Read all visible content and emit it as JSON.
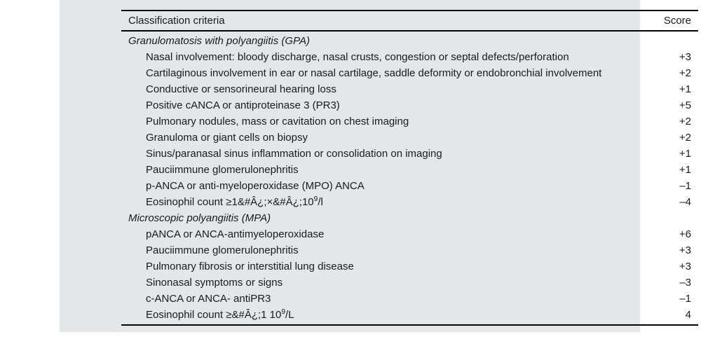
{
  "table": {
    "columns": {
      "criteria_header": "Classification criteria",
      "score_header": "Score"
    },
    "rows": [
      {
        "kind": "section",
        "label": "Granulomatosis with polyangiitis (GPA)",
        "score": ""
      },
      {
        "kind": "item",
        "label": "Nasal involvement: bloody discharge, nasal crusts, congestion or septal defects/perforation",
        "score": "+3"
      },
      {
        "kind": "item",
        "label": "Cartilaginous involvement in ear or nasal cartilage, saddle deformity or endobronchial involvement",
        "score": "+2"
      },
      {
        "kind": "item",
        "label": "Conductive or sensorineural hearing loss",
        "score": "+1"
      },
      {
        "kind": "item",
        "label": "Positive cANCA or antiproteinase 3 (PR3)",
        "score": "+5"
      },
      {
        "kind": "item",
        "label": "Pulmonary nodules, mass or cavitation on chest imaging",
        "score": "+2"
      },
      {
        "kind": "item",
        "label": "Granuloma or giant cells on biopsy",
        "score": "+2"
      },
      {
        "kind": "item",
        "label": "Sinus/paranasal sinus inflammation or consolidation on imaging",
        "score": "+1"
      },
      {
        "kind": "item",
        "label": "Pauciimmune glomerulonephritis",
        "score": "+1"
      },
      {
        "kind": "item",
        "label": "p-ANCA or anti-myeloperoxidase (MPO) ANCA",
        "score": "–1"
      },
      {
        "kind": "item",
        "label": "Eosinophil count ≥1&#Â¿;×&#Â¿;10",
        "label_sup": "9",
        "label_tail": "/l",
        "score": "–4"
      },
      {
        "kind": "section",
        "label": "Microscopic polyangiitis (MPA)",
        "score": ""
      },
      {
        "kind": "item",
        "label": "pANCA or ANCA-antimyeloperoxidase",
        "score": "+6"
      },
      {
        "kind": "item",
        "label": "Pauciimmune glomerulonephritis",
        "score": "+3"
      },
      {
        "kind": "item",
        "label": "Pulmonary fibrosis or interstitial lung disease",
        "score": "+3"
      },
      {
        "kind": "item",
        "label": "Sinonasal symptoms or signs",
        "score": "–3"
      },
      {
        "kind": "item",
        "label": "c-ANCA or ANCA- antiPR3",
        "score": "–1"
      },
      {
        "kind": "item",
        "label": "Eosinophil count ≥&#Â¿;1 10",
        "label_sup": "9",
        "label_tail": "/L",
        "score": "4"
      }
    ]
  },
  "colors": {
    "panel_background": "#e2e7e9",
    "rule": "#000000",
    "text": "#1a1a1a",
    "page_background": "#ffffff"
  }
}
